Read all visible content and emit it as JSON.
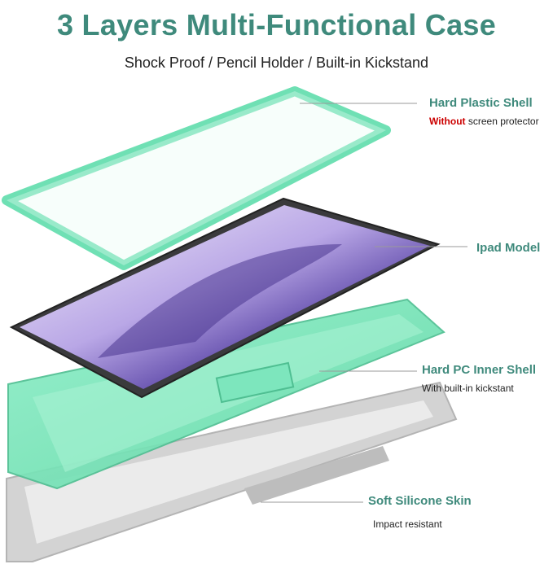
{
  "title": "3 Layers Multi-Functional Case",
  "subtitle": "Shock Proof / Pencil Holder / Built-in Kickstand",
  "layers": [
    {
      "label": "Hard Plastic Shell",
      "note_emph": "Without",
      "note": " screen protector"
    },
    {
      "label": "Ipad Model",
      "note_emph": "",
      "note": ""
    },
    {
      "label": "Hard PC Inner Shell",
      "note_emph": "",
      "note": "With built-in kickstant"
    },
    {
      "label": "Soft Silicone Skin",
      "note_emph": "",
      "note": "Impact resistant"
    }
  ],
  "colors": {
    "accent": "#3f8a7c",
    "mint": "#6fe0b4",
    "gray_skin": "#cfcfcf",
    "emphasis": "#cc0000"
  }
}
